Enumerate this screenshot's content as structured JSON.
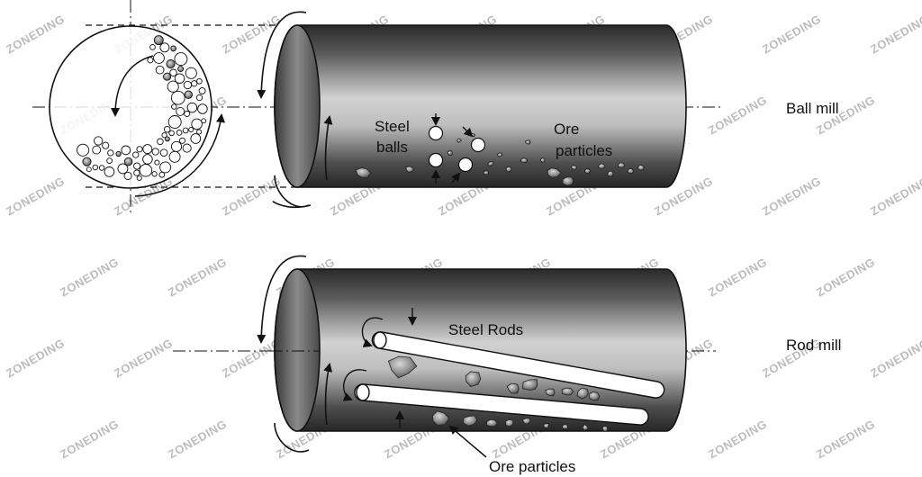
{
  "watermark": "ZONEDING",
  "ball_mill": {
    "title": "Ball mill",
    "steel_label_1": "Steel",
    "steel_label_2": "balls",
    "ore_label_1": "Ore",
    "ore_label_2": "particles"
  },
  "rod_mill": {
    "title": "Rod mill",
    "rods_label": "Steel Rods",
    "ore_label": "Ore particles"
  },
  "colors": {
    "cylinder_dark": "#2b2b2b",
    "cylinder_mid": "#7a7a7a",
    "cylinder_light": "#cfcfcf",
    "line": "#111111"
  }
}
